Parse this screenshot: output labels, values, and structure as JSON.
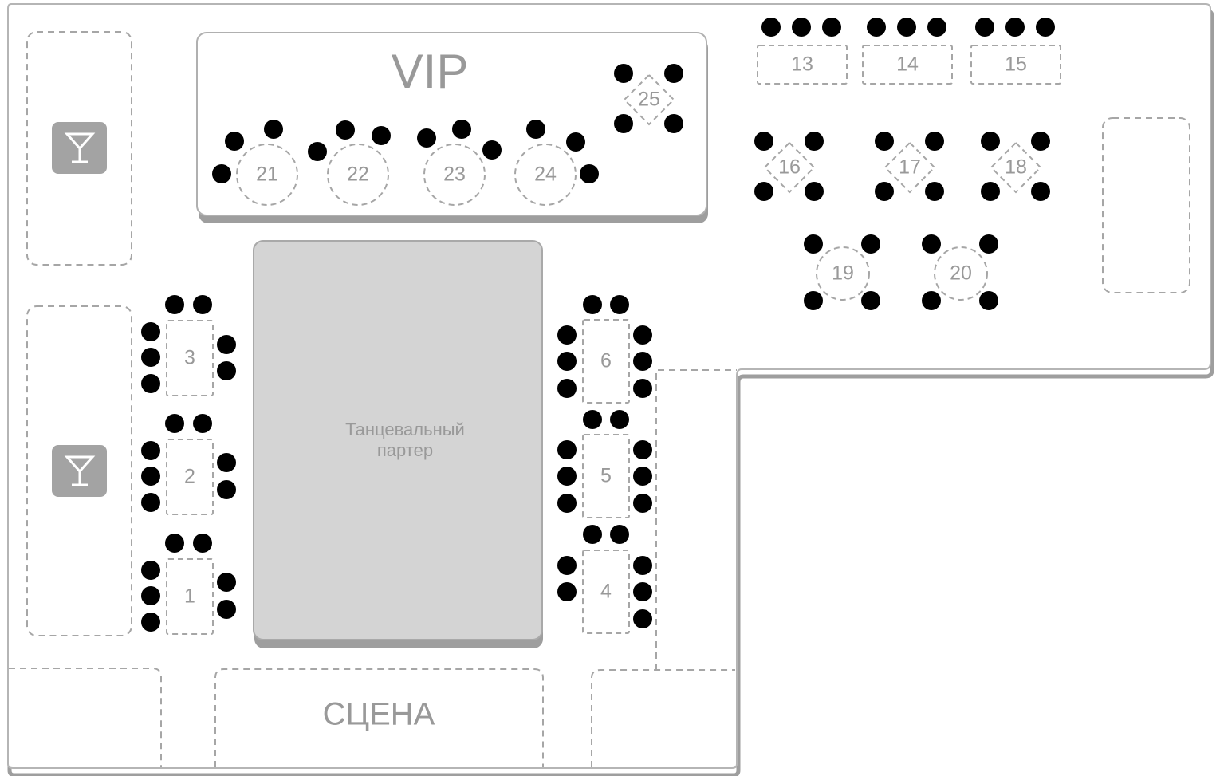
{
  "plan": {
    "vip_label": "VIP",
    "stage_label": "СЦЕНА",
    "dance_floor_line1": "Танцевальный",
    "dance_floor_line2": "партер",
    "bar_icon": "cocktail-glass-icon"
  },
  "tables": [
    {
      "number": "1",
      "shape": "rect"
    },
    {
      "number": "2",
      "shape": "rect"
    },
    {
      "number": "3",
      "shape": "rect"
    },
    {
      "number": "4",
      "shape": "rect"
    },
    {
      "number": "5",
      "shape": "rect"
    },
    {
      "number": "6",
      "shape": "rect"
    },
    {
      "number": "13",
      "shape": "rect"
    },
    {
      "number": "14",
      "shape": "rect"
    },
    {
      "number": "15",
      "shape": "rect"
    },
    {
      "number": "16",
      "shape": "diamond"
    },
    {
      "number": "17",
      "shape": "diamond"
    },
    {
      "number": "18",
      "shape": "diamond"
    },
    {
      "number": "19",
      "shape": "circle"
    },
    {
      "number": "20",
      "shape": "circle"
    },
    {
      "number": "21",
      "shape": "circle"
    },
    {
      "number": "22",
      "shape": "circle"
    },
    {
      "number": "23",
      "shape": "circle"
    },
    {
      "number": "24",
      "shape": "circle"
    },
    {
      "number": "25",
      "shape": "diamond"
    }
  ],
  "colors": {
    "outline": "#9e9e9e",
    "dashed": "#a6a6a6",
    "text": "#999999",
    "seat": "#000000",
    "dance_floor": "#d4d4d4",
    "bar_icon_bg": "#a3a3a3"
  }
}
